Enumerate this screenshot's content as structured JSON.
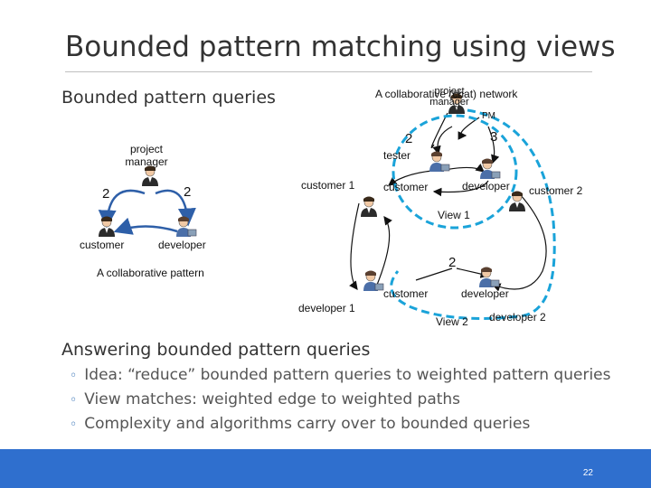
{
  "slide": {
    "title": "Bounded pattern matching using views",
    "section1": "Bounded pattern queries",
    "section2": "Answering bounded pattern queries",
    "page_number": "22",
    "accent_color": "#2f6fce"
  },
  "pattern": {
    "project_manager": "project manager",
    "edge_left": "2",
    "edge_right": "2",
    "customer": "customer",
    "developer": "developer",
    "caption": "A collaborative pattern"
  },
  "network": {
    "caption": "A collaborative (chat) network",
    "project_manager": "project manager",
    "pm": "PM",
    "edge_2": "2",
    "edge_3": "3",
    "tester": "tester",
    "customer_1": "customer 1",
    "customer": "customer",
    "developer": "developer",
    "customer_2": "customer 2",
    "view1": "View 1",
    "edge_2_lower": "2",
    "customer_lower": "customer",
    "developer_lower": "developer",
    "developer_1": "developer 1",
    "view2": "View 2",
    "developer_2": "developer 2",
    "view_color": "#1aa3d9"
  },
  "bullets": [
    "Idea: “reduce” bounded pattern queries to weighted pattern queries",
    "View matches:  weighted edge to weighted paths",
    "Complexity and algorithms carry over to bounded queries"
  ]
}
